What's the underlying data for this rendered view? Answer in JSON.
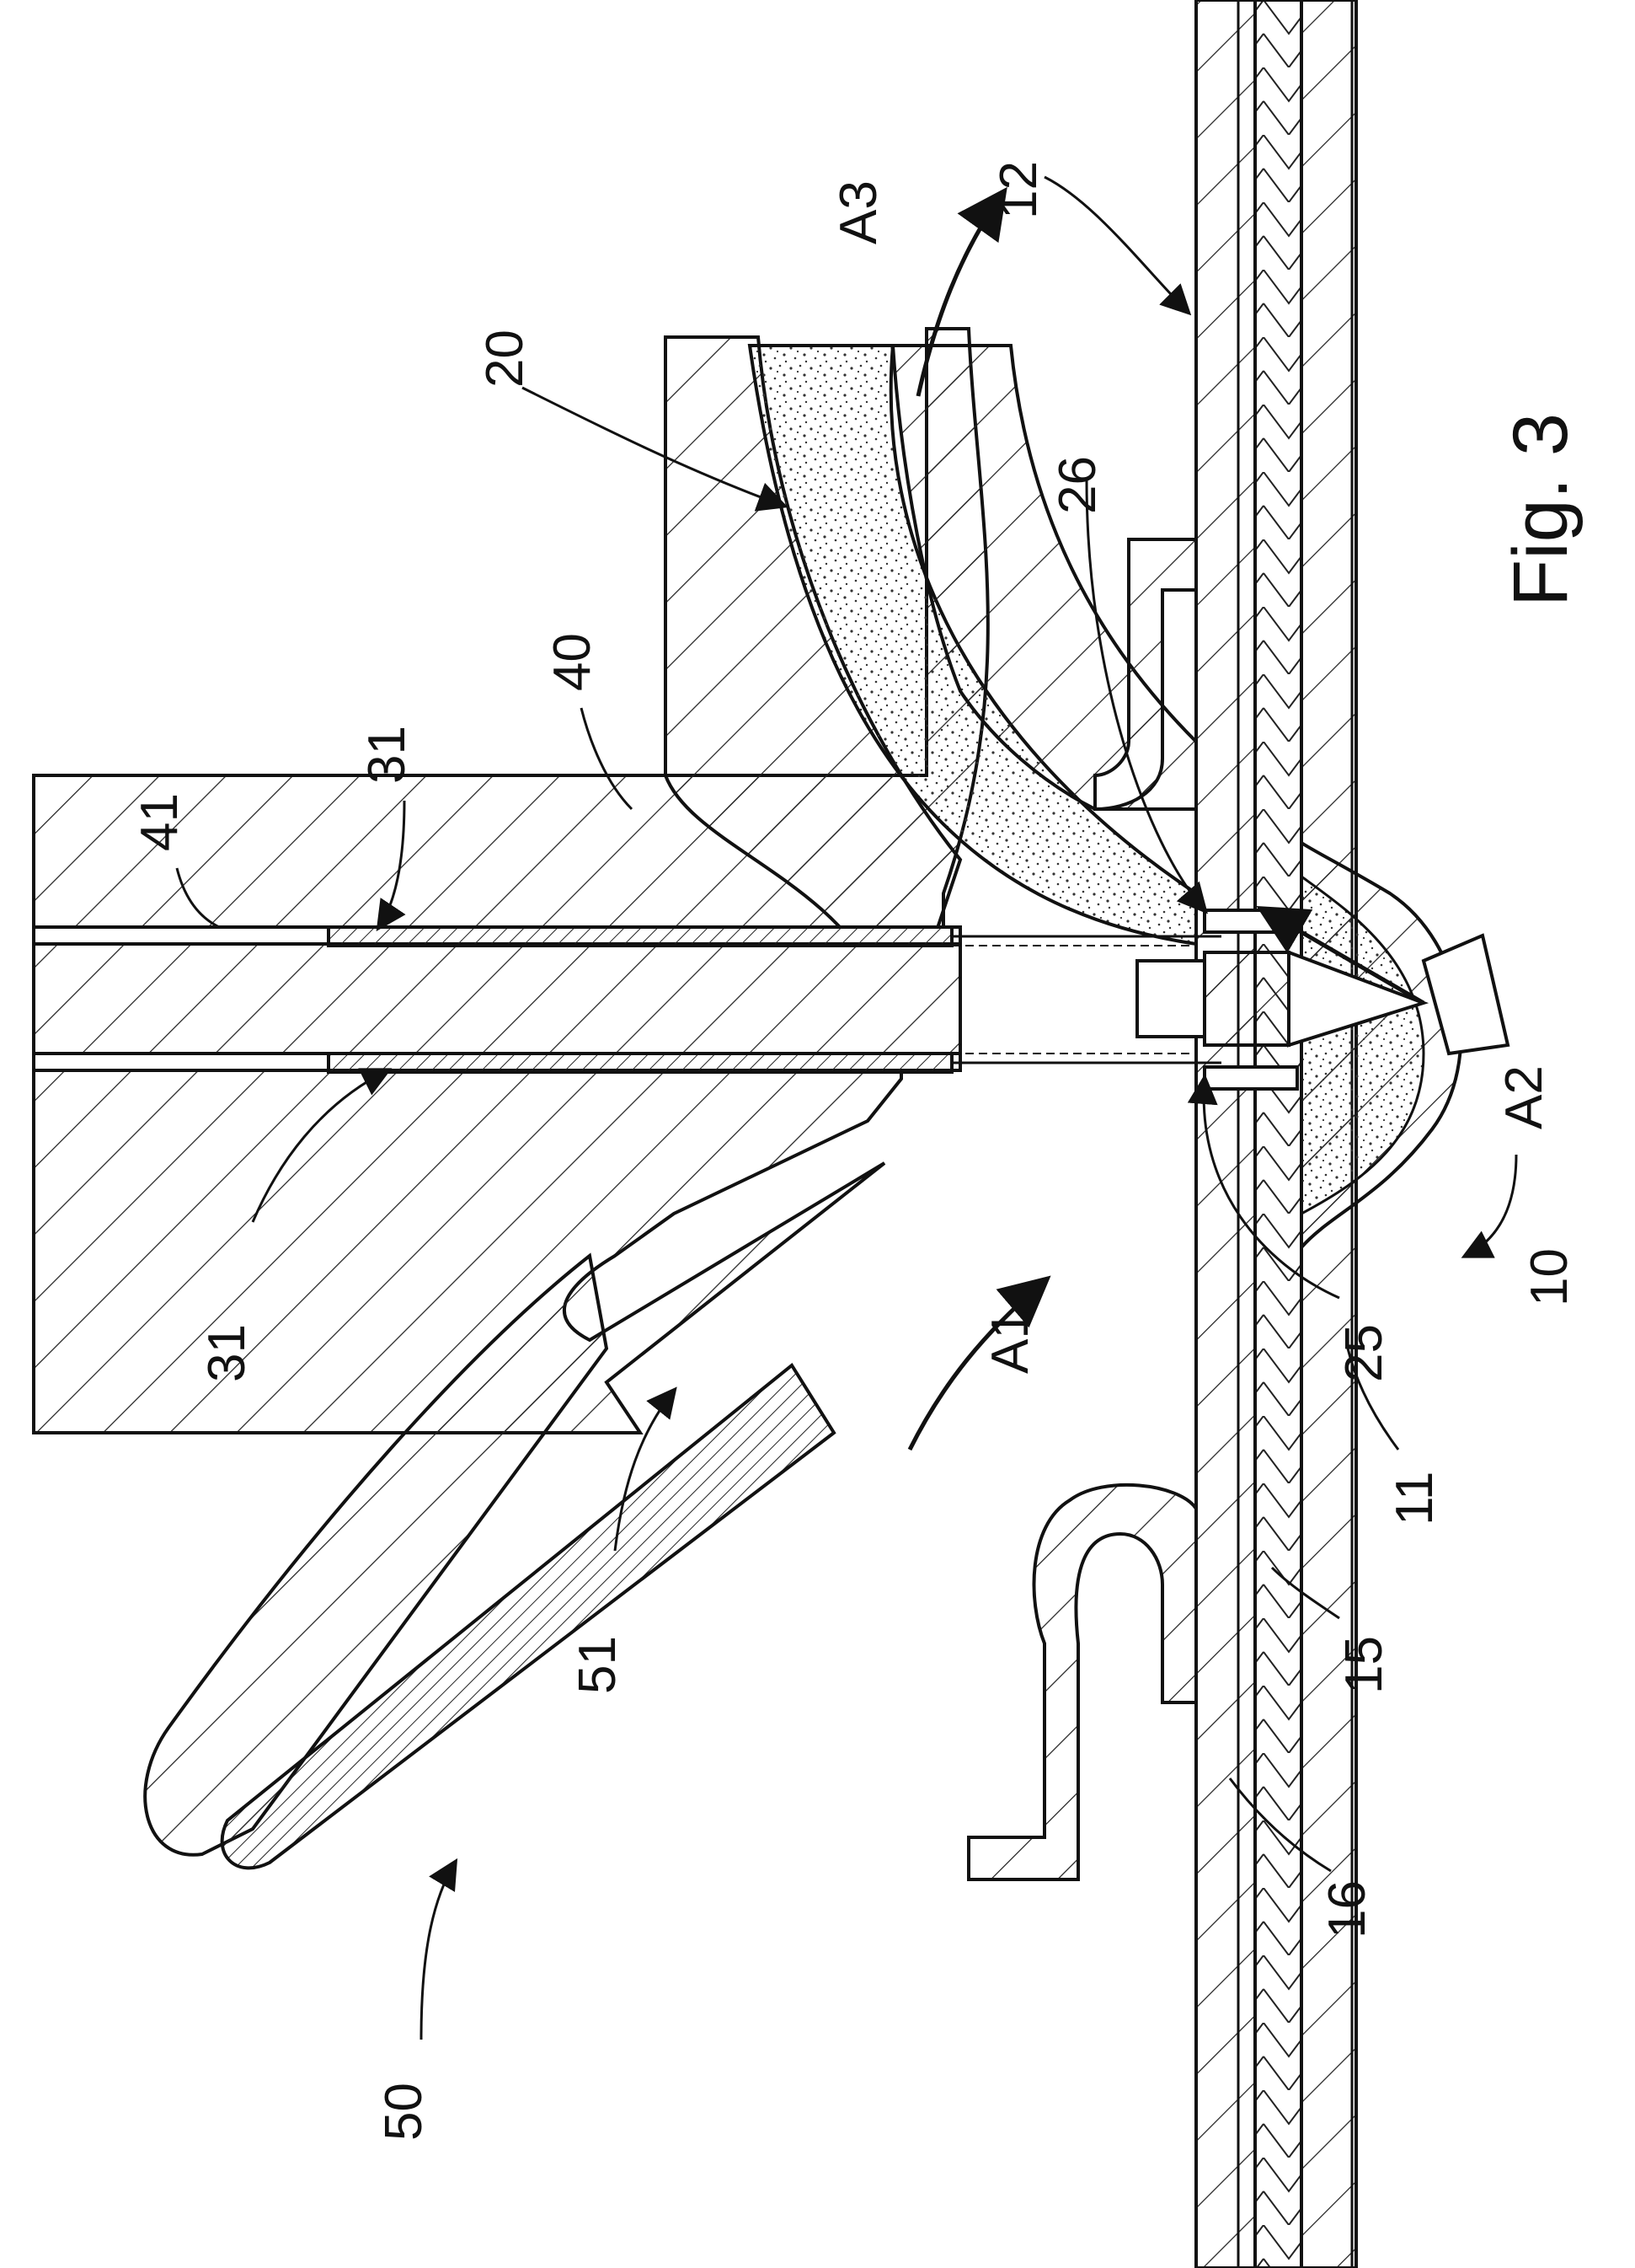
{
  "figure": {
    "title": "Fig. 3",
    "labels": {
      "l10": "10",
      "l11": "11",
      "l12": "12",
      "l15": "15",
      "l16": "16",
      "l20": "20",
      "l25": "25",
      "l26": "26",
      "l31a": "31",
      "l31b": "31",
      "l40": "40",
      "l41": "41",
      "l50": "50",
      "l51": "51",
      "a1": "A1",
      "a2": "A2",
      "a3": "A3"
    }
  }
}
